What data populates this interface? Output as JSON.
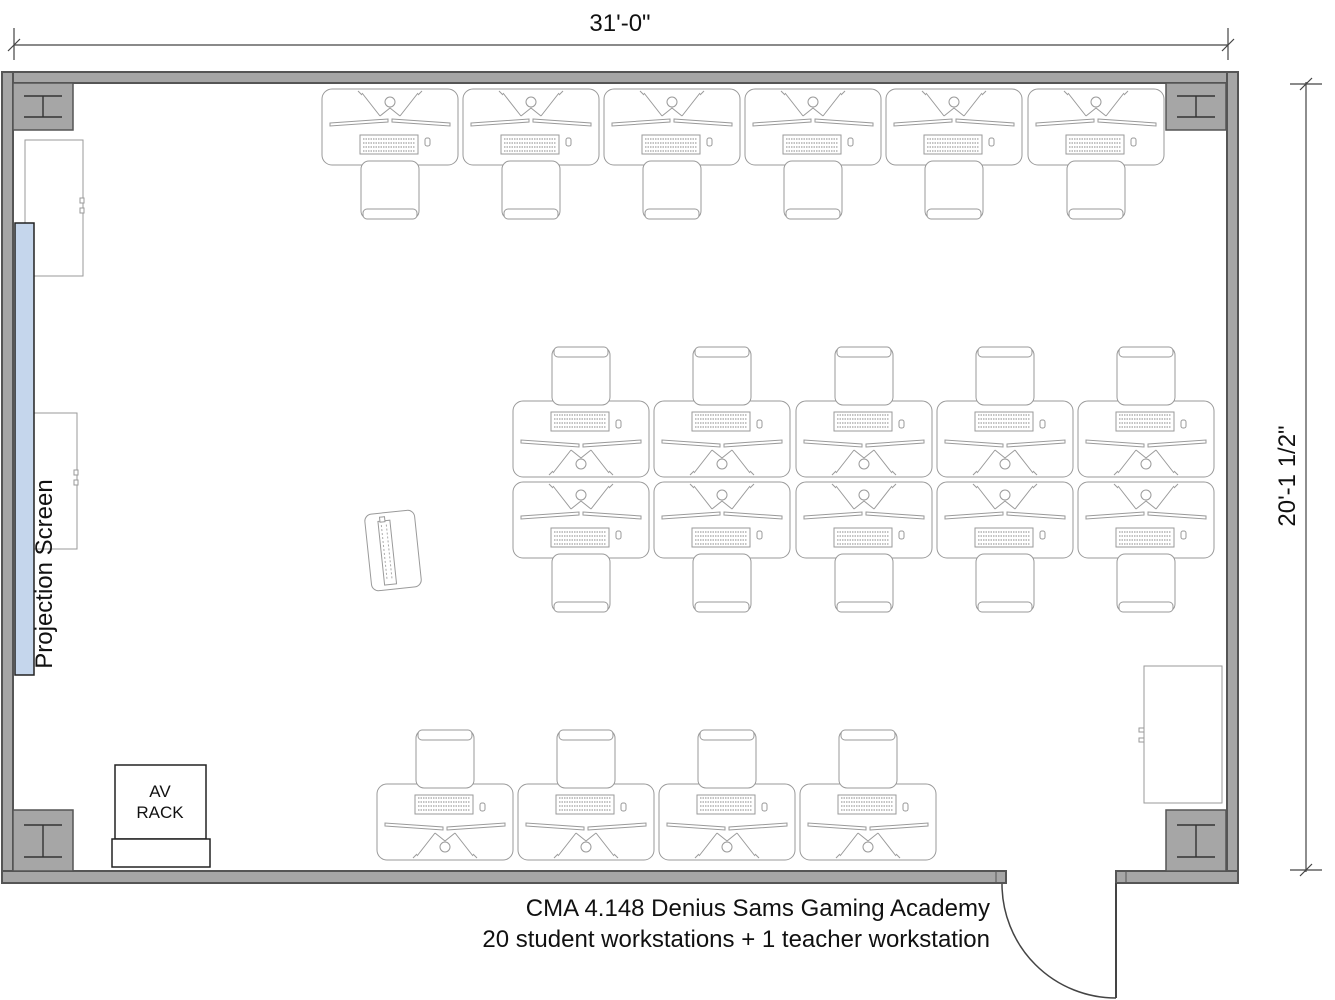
{
  "dimensions": {
    "width_label": "31'-0\"",
    "height_label": "20'-1 1/2\""
  },
  "labels": {
    "projection_screen": "Projection Screen",
    "av_rack_line1": "AV",
    "av_rack_line2": "RACK"
  },
  "caption": {
    "line1": "CMA 4.148 Denius Sams Gaming Academy",
    "line2": "20 student workstations + 1 teacher workstation"
  },
  "colors": {
    "wall": "#a6a6a6",
    "screen": "#c5d6ec",
    "line": "#9a9a9a"
  },
  "icons": {
    "column": "i-beam-column-icon",
    "door": "door-swing-icon"
  }
}
